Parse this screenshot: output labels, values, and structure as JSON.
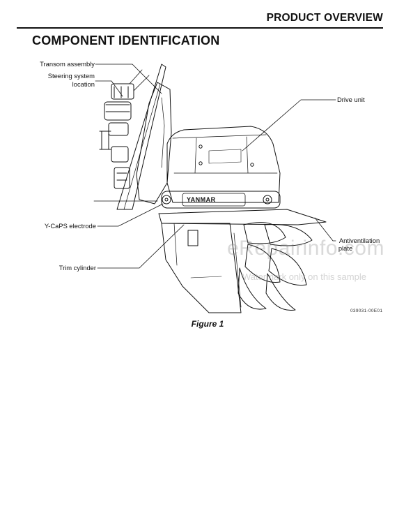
{
  "header": {
    "title": "PRODUCT OVERVIEW"
  },
  "section": {
    "title": "COMPONENT IDENTIFICATION"
  },
  "figure": {
    "labels": {
      "transom": "Transom assembly",
      "steering_line1": "Steering system",
      "steering_line2": "location",
      "drive": "Drive unit",
      "ycaps": "Y-CaPS electrode",
      "trim": "Trim cylinder",
      "antiv_line1": "Antiventilation",
      "antiv_line2": "plate"
    },
    "part_number": "039031-00E01",
    "brand_text": "YANMAR",
    "caption": "Figure 1"
  },
  "watermark": {
    "main": "eRepairinfo.com",
    "sub": "Watermark only on this sample"
  }
}
